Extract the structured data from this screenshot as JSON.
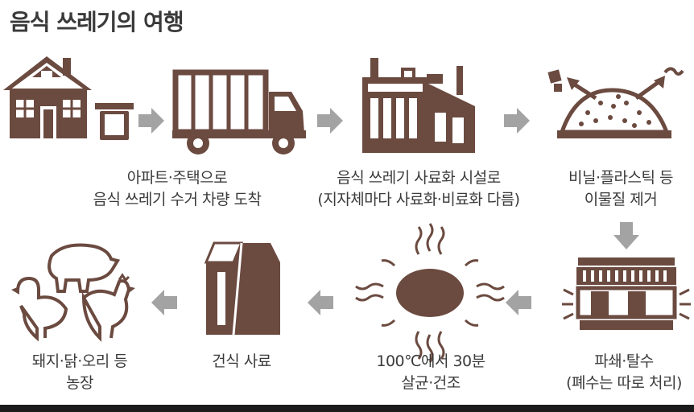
{
  "title": "음식 쓰레기의 여행",
  "colors": {
    "icon": "#6b4a40",
    "arrow": "#a3a3a3",
    "text": "#3b3b3b"
  },
  "steps": [
    {
      "id": "apartment-truck",
      "lines": [
        "아파트·주택으로",
        "음식 쓰레기 수거 차량 도착"
      ]
    },
    {
      "id": "feed-facility",
      "lines": [
        "음식 쓰레기 사료화 시설로",
        "(지자체마다 사료화·비료화 다름)"
      ]
    },
    {
      "id": "remove-foreign",
      "lines": [
        "비닐·플라스틱 등",
        "이물질 제거"
      ]
    },
    {
      "id": "crush-dewater",
      "lines": [
        "파쇄·탈수",
        "(폐수는 따로 처리)"
      ]
    },
    {
      "id": "sterilize-dry",
      "lines": [
        "100℃에서 30분",
        "살균·건조"
      ]
    },
    {
      "id": "dry-feed",
      "lines": [
        "건식 사료"
      ]
    },
    {
      "id": "farm",
      "lines": [
        "돼지·닭·오리 등",
        "농장"
      ]
    }
  ]
}
